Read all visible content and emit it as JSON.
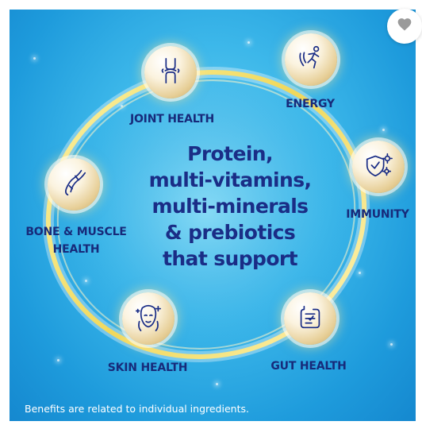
{
  "headline": {
    "lines": [
      "Protein,",
      "multi-vitamins,",
      "multi-minerals",
      "& prebiotics",
      "that support"
    ]
  },
  "benefits": {
    "joint": "JOINT HEALTH",
    "energy": "ENERGY",
    "immunity": "IMMUNITY",
    "bone_line1": "BONE & MUSCLE",
    "bone_line2": "HEALTH",
    "skin": "SKIN HEALTH",
    "gut": "GUT HEALTH"
  },
  "footnote": "Benefits are related to individual ingredients.",
  "icons": {
    "joint": "knee-joint-icon",
    "energy": "running-person-icon",
    "immunity": "shield-virus-icon",
    "bone": "leg-bone-icon",
    "skin": "face-sparkle-icon",
    "gut": "intestine-icon",
    "favorite": "heart-icon"
  },
  "colors": {
    "background": "#3db8ea",
    "text": "#172a7a",
    "ring": "#f2e27a",
    "medallion": "#e7cf98"
  }
}
